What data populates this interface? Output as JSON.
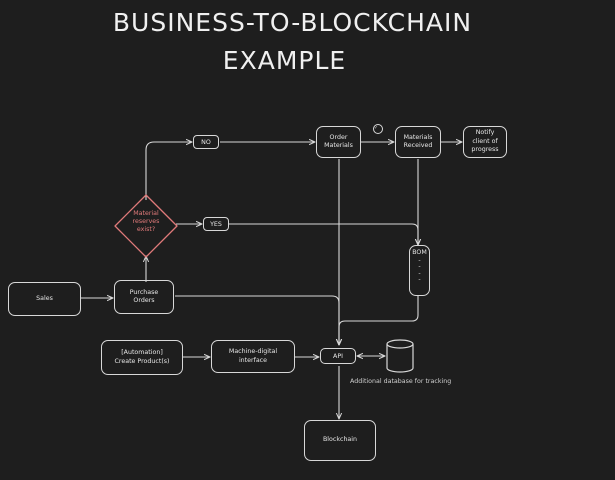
{
  "title": {
    "line1": "BUSINESS-TO-BLOCKCHAIN",
    "line2": "EXAMPLE"
  },
  "nodes": {
    "sales": "Sales",
    "purchase_orders": "Purchase\nOrders",
    "material_reserves": "Material\nreserves\nexist?",
    "no": "NO",
    "yes": "YES",
    "order_materials": "Order\nMaterials",
    "materials_received": "Materials\nReceived",
    "notify_client": "Notify\nclient of\nprogress",
    "bom": "BOM",
    "bom_dots": "-\n-\n-\n-",
    "create_products": "[Automation]\nCreate Product(s)",
    "machine_digital": "Machine-digital\ninterface",
    "api": "API",
    "blockchain": "Blockchain",
    "database_note": "Additional database for tracking",
    "check_mark": "✓"
  },
  "colors": {
    "background": "#1e1e1e",
    "stroke": "#d8d8d8",
    "decision": "#e07a7a"
  }
}
